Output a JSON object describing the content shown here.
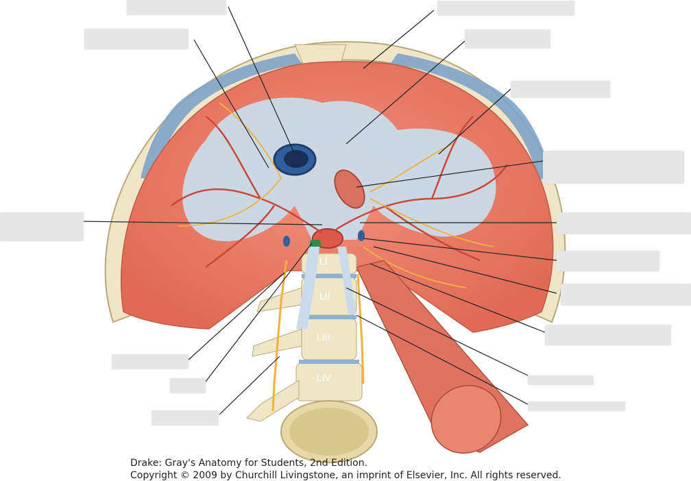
{
  "figure": {
    "vertebra_labels": [
      "LI",
      "LII",
      "LIII",
      "LIV"
    ]
  },
  "caption": {
    "line1": "Drake: Gray's Anatomy for Students, 2nd Edition.",
    "line2": "Copyright © 2009 by Churchill Livingstone, an imprint of Elsevier, Inc. All rights reserved."
  },
  "colors": {
    "muscle": "#e8735f",
    "tendon": "#c9dbe8",
    "bone": "#efe6c8",
    "vessel": "#e0584a",
    "nerve": "#f2b13a",
    "vein": "#2f5f9e",
    "label_box": "#e6e6e6"
  }
}
